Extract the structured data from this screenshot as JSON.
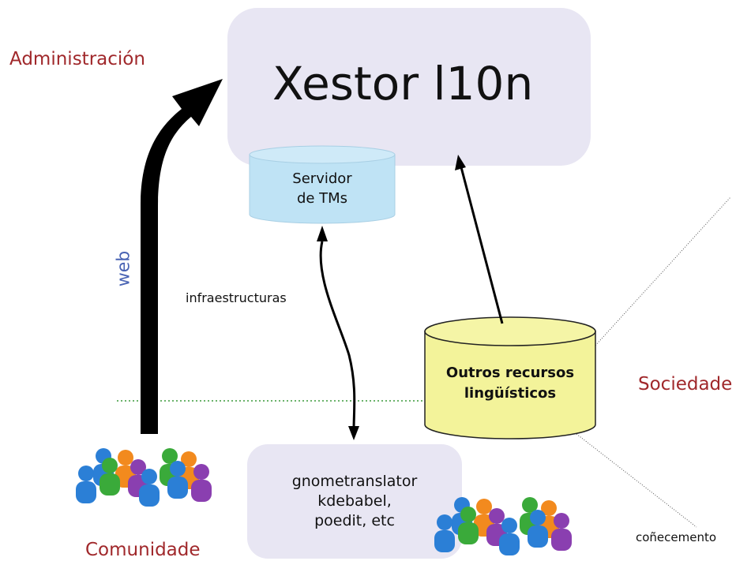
{
  "labels": {
    "administracion": "Administración",
    "comunidade": "Comunidade",
    "sociedade": "Sociedade",
    "web": "web",
    "infraestructuras": "infraestructuras",
    "conecemento": "coñecemento"
  },
  "nodes": {
    "xestor": "Xestor l10n",
    "servidor_line1": "Servidor",
    "servidor_line2": "de TMs",
    "outros_line1": "Outros recursos",
    "outros_line2": "lingüísticos",
    "tools_line1": "gnometranslator",
    "tools_line2": "kdebabel,",
    "tools_line3": "poedit, etc"
  },
  "colors": {
    "region_label": "#a0282b",
    "web_label": "#4a64b4",
    "box_fill": "#e8e6f3",
    "tm_cylinder": "#bfe3f5",
    "resources_cylinder": "#f3f39a",
    "divider": "#3a9a3a"
  },
  "icons": [
    "people-group-icon",
    "people-group-icon"
  ]
}
